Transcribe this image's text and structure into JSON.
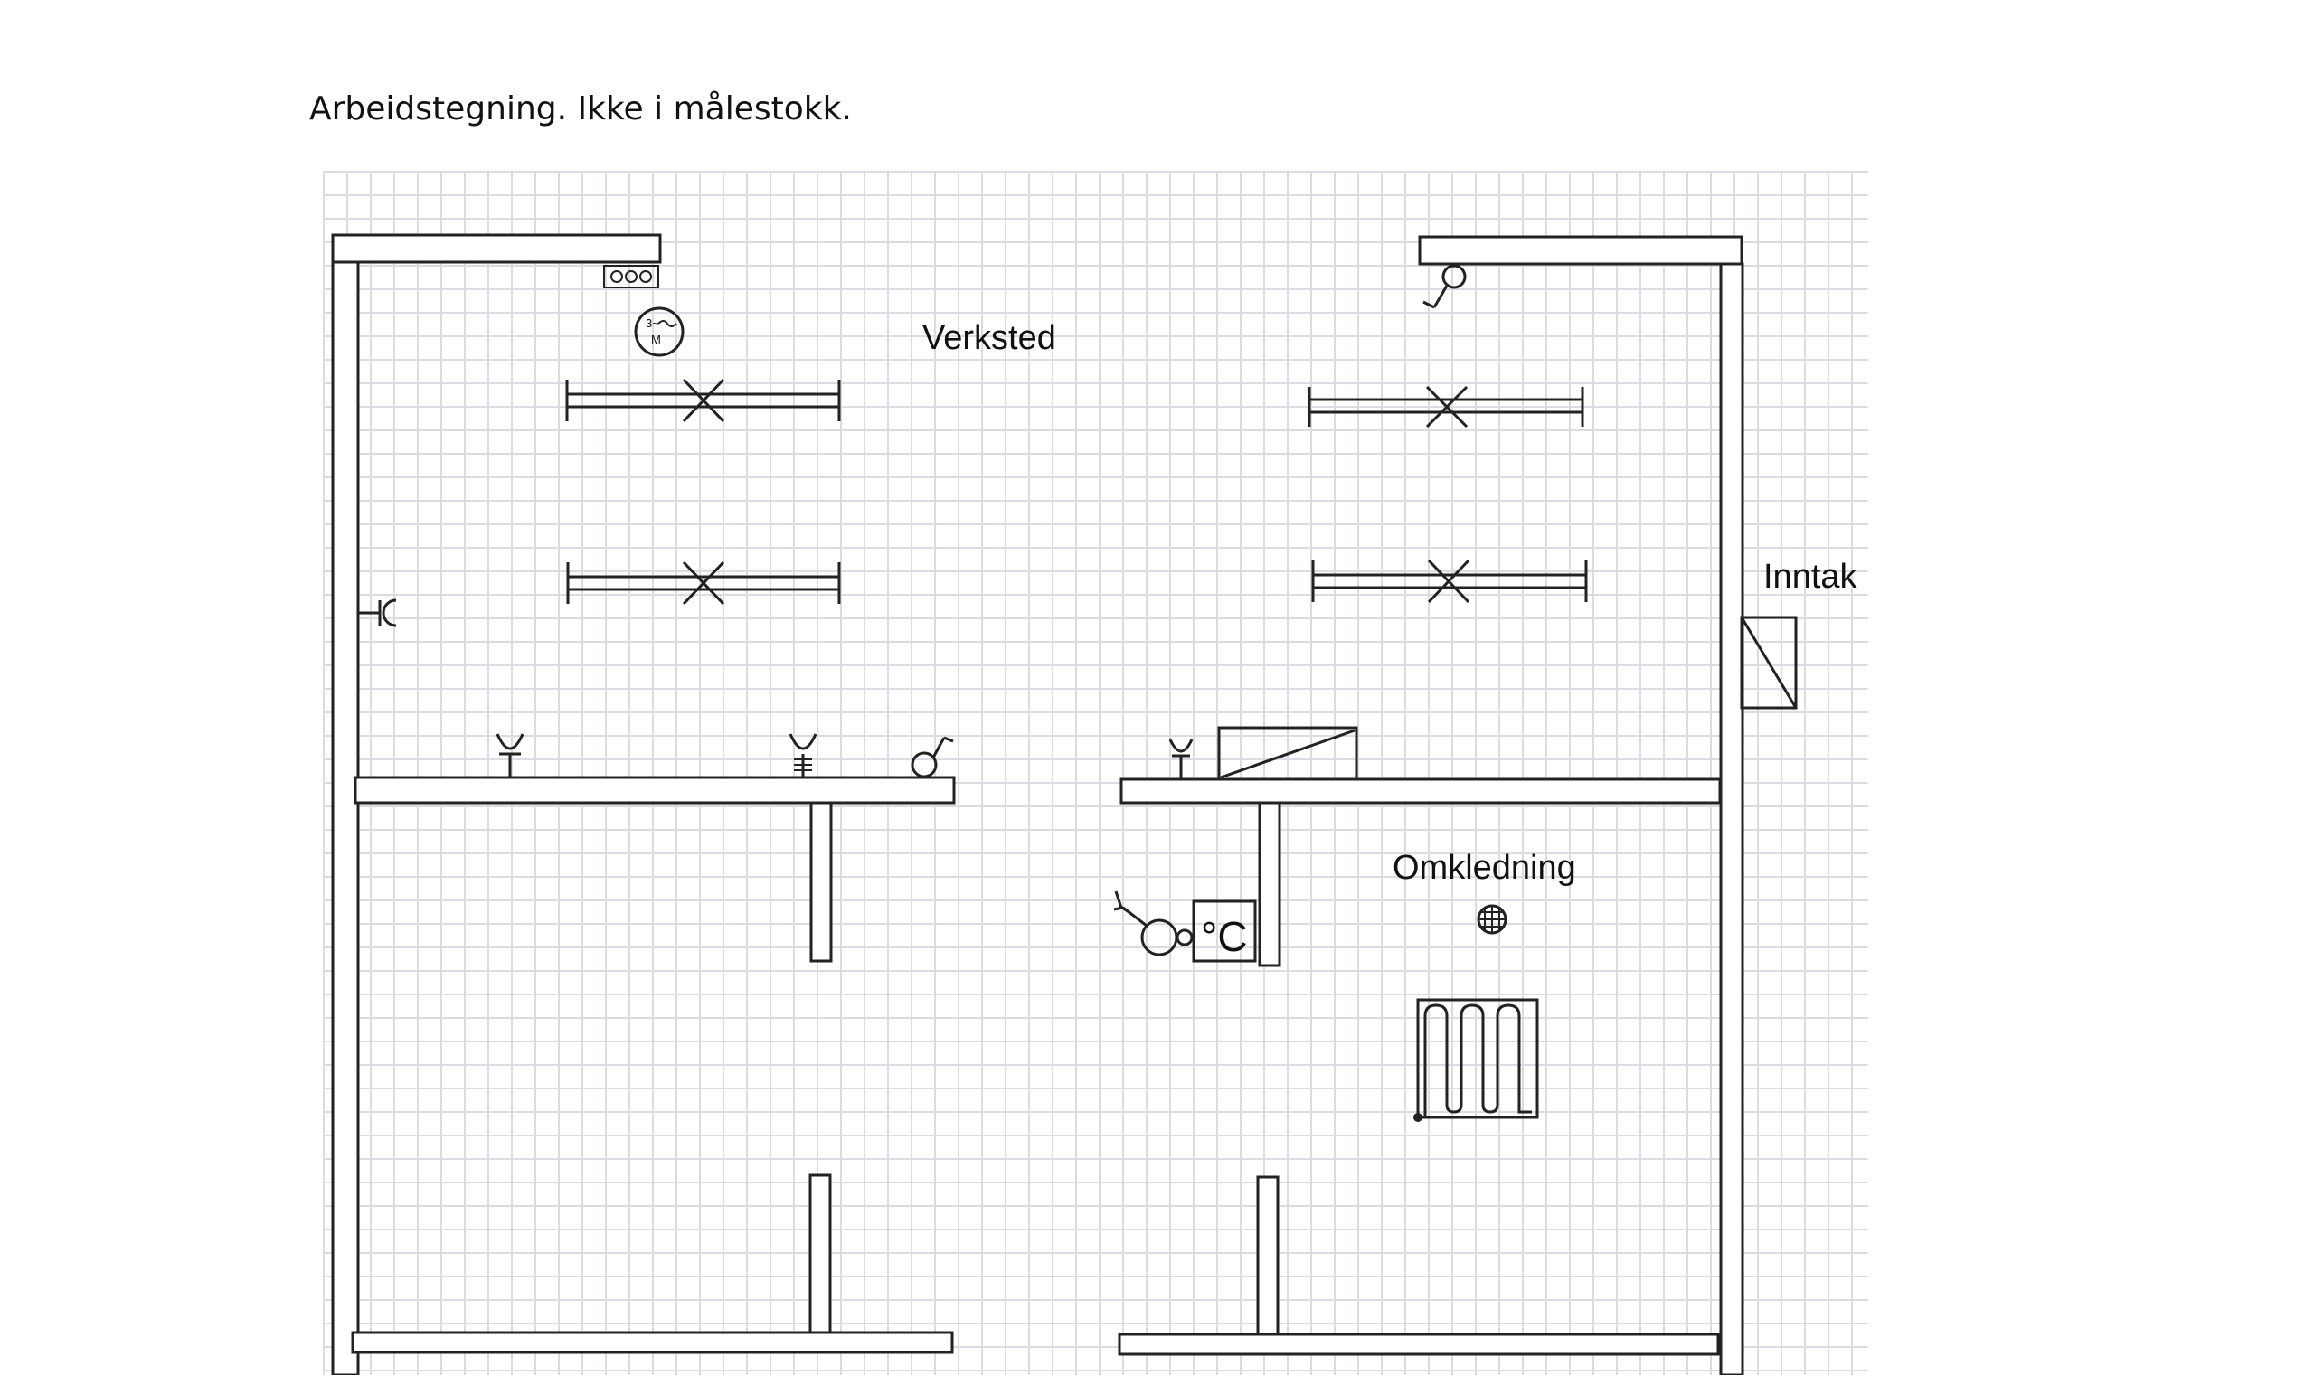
{
  "caption": "Arbeidstegning. Ikke i målestokk.",
  "rooms": {
    "workshop": "Verksted",
    "changing": "Omkledning",
    "intake": "Inntak"
  },
  "symbols": {
    "thermostat_unit": "°C",
    "motor_letter": "M",
    "motor_phase": "3~"
  },
  "colors": {
    "line": "#222222",
    "grid": "#d9dde3",
    "paper": "#ffffff"
  }
}
